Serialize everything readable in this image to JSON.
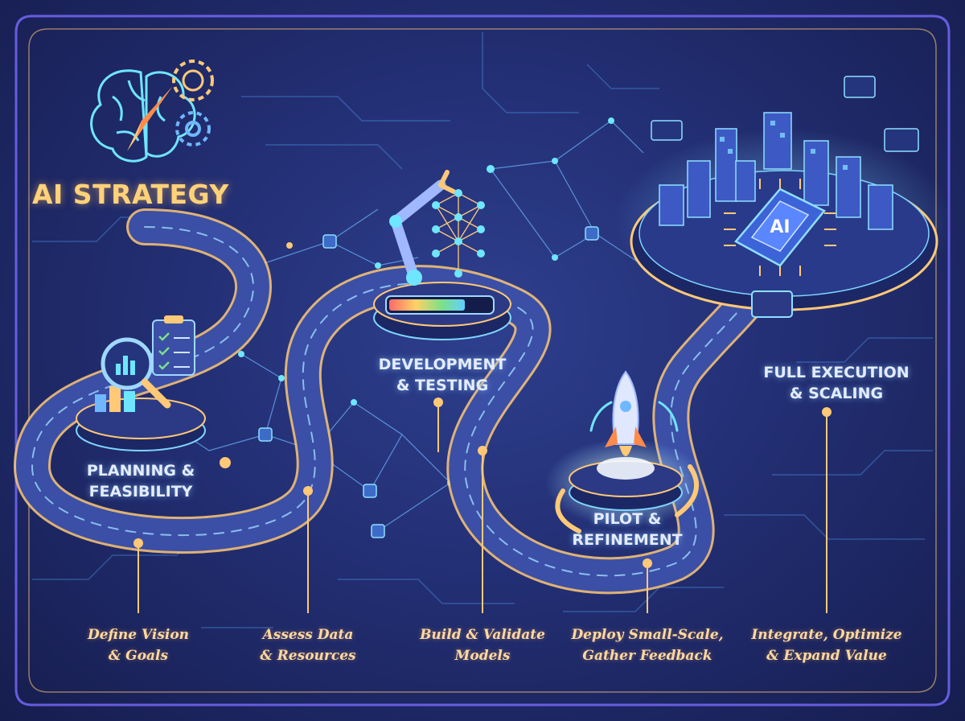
{
  "title": "AI STRATEGY",
  "chip_label": "AI",
  "stages": [
    {
      "label": "PLANNING &\nFEASIBILITY"
    },
    {
      "label": "DEVELOPMENT\n& TESTING"
    },
    {
      "label": "PILOT &\nREFINEMENT"
    },
    {
      "label": "FULL EXECUTION\n& SCALING"
    }
  ],
  "steps": [
    {
      "label": "Define Vision\n& Goals"
    },
    {
      "label": "Assess Data\n& Resources"
    },
    {
      "label": "Build & Validate\nModels"
    },
    {
      "label": "Deploy Small-Scale,\nGather Feedback"
    },
    {
      "label": "Integrate, Optimize\n& Expand Value"
    }
  ],
  "colors": {
    "background": "#1f2a6b",
    "road": "#3b4fa6",
    "road_edge": "#ffc977",
    "circuit": "#4d8fe0",
    "accent_cyan": "#6fe6ff",
    "accent_gold": "#ffc977"
  },
  "icons": [
    "brain-icon",
    "compass-icon",
    "gear-icon",
    "clipboard-icon",
    "magnifier-icon",
    "robot-arm-icon",
    "neural-network-icon",
    "progress-bar-icon",
    "rocket-icon",
    "refresh-arrows-icon",
    "ai-chip-icon",
    "city-icon"
  ]
}
